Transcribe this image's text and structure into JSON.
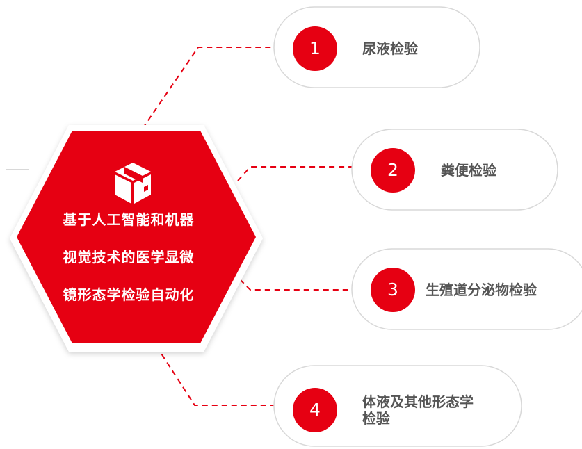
{
  "center": {
    "lines": [
      "基于人工智能和机器",
      "视觉技术的医学显微",
      "镜形态学检验自动化"
    ],
    "icon": "box-icon"
  },
  "nodes": [
    {
      "number": "1",
      "label": "尿液检验"
    },
    {
      "number": "2",
      "label": "粪便检验"
    },
    {
      "number": "3",
      "label": "生殖道分泌物检验"
    },
    {
      "number": "4",
      "label_lines": [
        "体液及其他形态学",
        "检验"
      ]
    }
  ],
  "colors": {
    "accent": "#e60012",
    "label": "#555555",
    "pill_border": "#d8d8d8"
  }
}
